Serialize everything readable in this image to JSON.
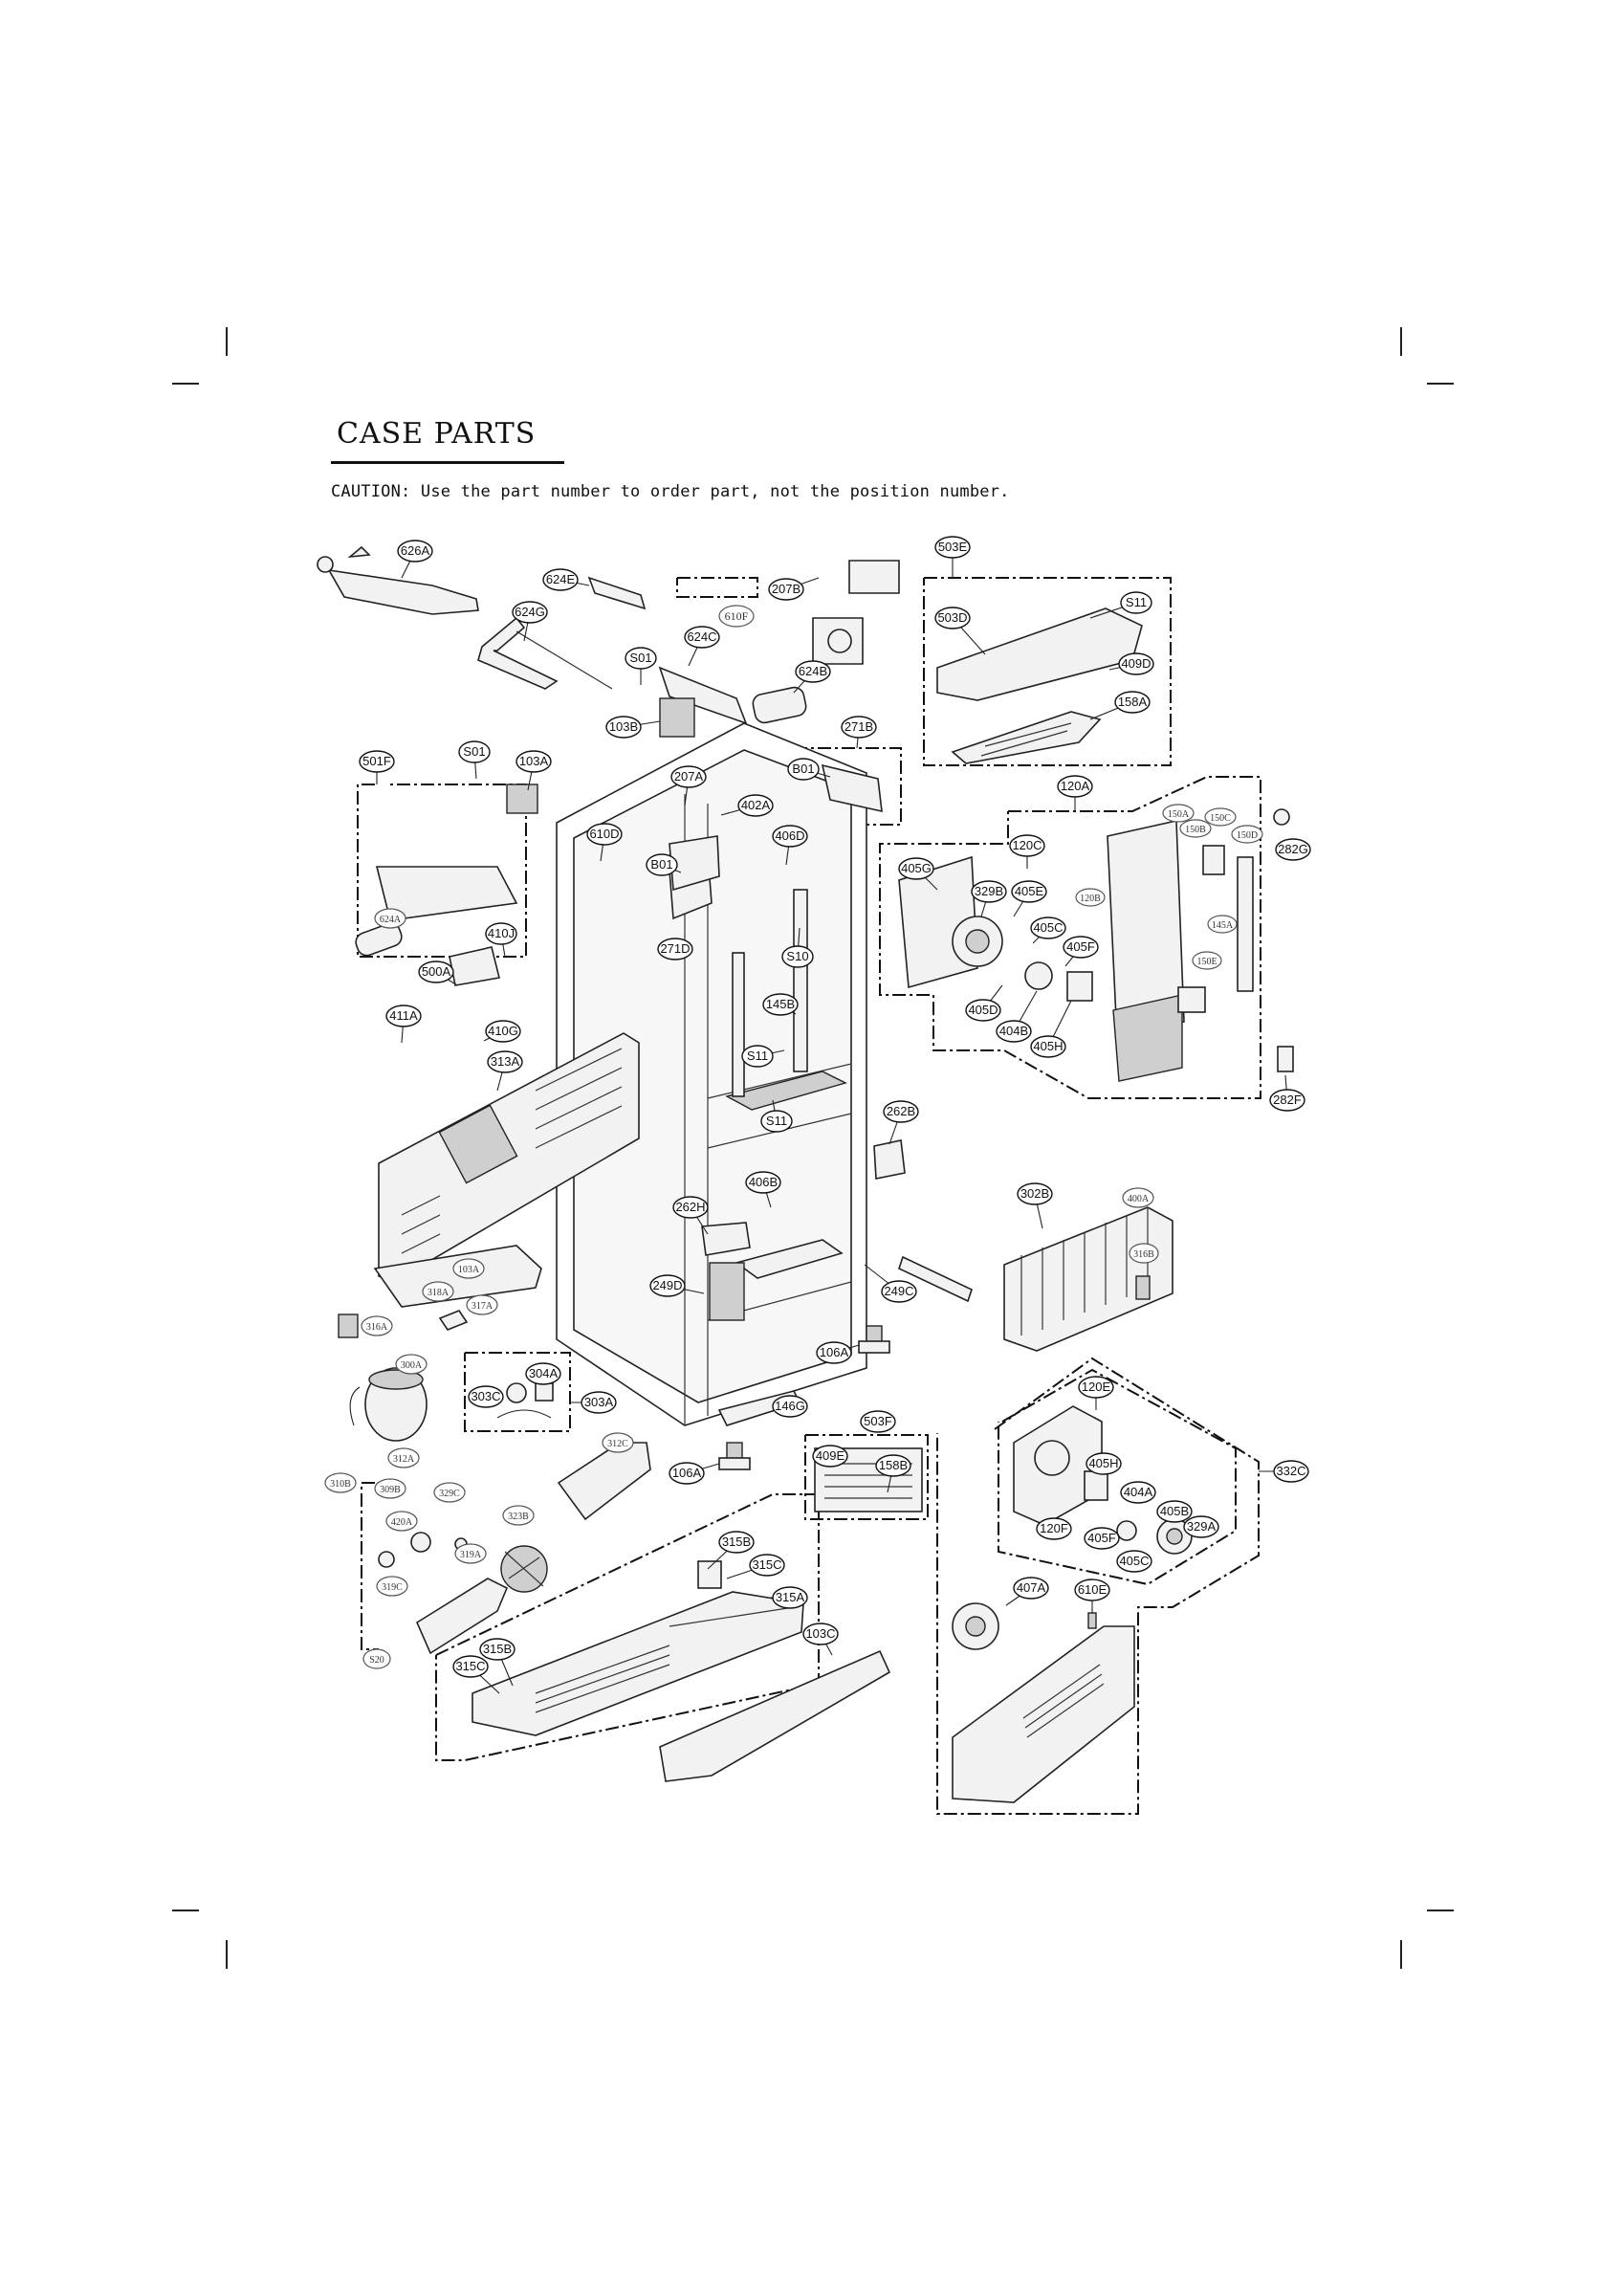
{
  "page": {
    "title": "CASE PARTS",
    "caution": "CAUTION: Use the part number to order part, not the position number."
  },
  "labels": [
    "626A",
    "624E",
    "624G",
    "610F",
    "207B",
    "503E",
    "S11",
    "503D",
    "409D",
    "158A",
    "624C",
    "S01",
    "624B",
    "103B",
    "271B",
    "501F",
    "S01",
    "103A",
    "207A",
    "402A",
    "B01",
    "120A",
    "610D",
    "B01",
    "406D",
    "150A",
    "150C",
    "150B",
    "150D",
    "282G",
    "120C",
    "405G",
    "329B",
    "405E",
    "120B",
    "624A",
    "410J",
    "271D",
    "S10",
    "405C",
    "405F",
    "500A",
    "145A",
    "150E",
    "405D",
    "404B",
    "405H",
    "411A",
    "410G",
    "145B",
    "313A",
    "S11",
    "282F",
    "S11",
    "262B",
    "406B",
    "302B",
    "400A",
    "262H",
    "316B",
    "103A",
    "318A",
    "317A",
    "249D",
    "249C",
    "316A",
    "106A",
    "300A",
    "304A",
    "120E",
    "303C",
    "303A",
    "146G",
    "503F",
    "312C",
    "409E",
    "158B",
    "332C",
    "312A",
    "106A",
    "405H",
    "310B",
    "309B",
    "329C",
    "404A",
    "323B",
    "405B",
    "420A",
    "329A",
    "405F",
    "315B",
    "120F",
    "319A",
    "405C",
    "315C",
    "319C",
    "315A",
    "407A",
    "610E",
    "103C",
    "315B",
    "S20",
    "315C"
  ],
  "icons": [
    "refrigerator-cabinet",
    "door-hinge",
    "water-filter",
    "pcb-board",
    "fan-motor",
    "evaporator",
    "compressor",
    "condenser",
    "base-cover",
    "back-cover",
    "lamp-assembly",
    "leveling-foot"
  ]
}
